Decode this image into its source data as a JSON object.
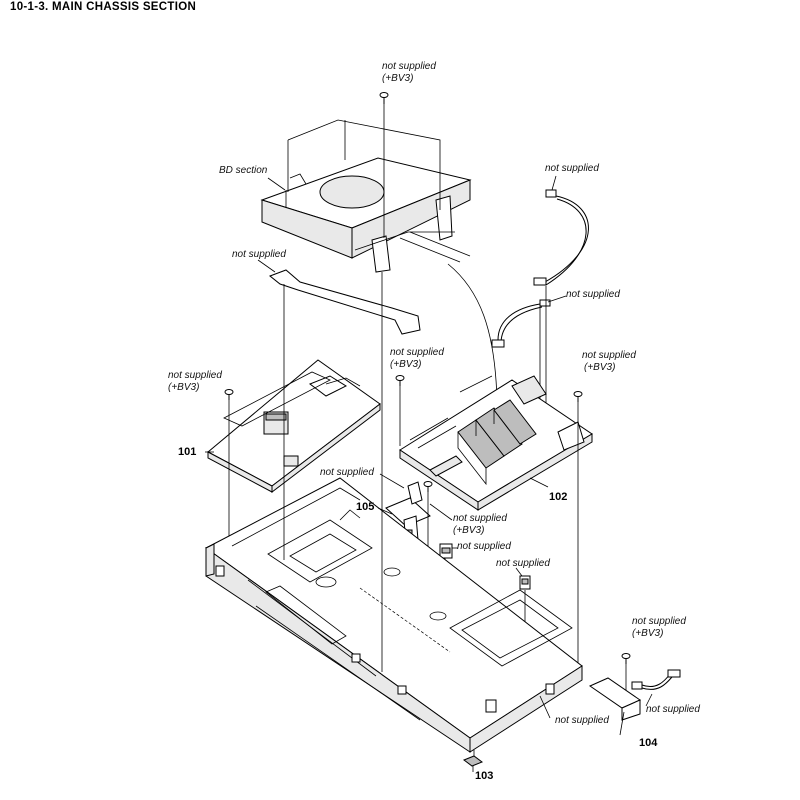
{
  "title": "10-1-3.  MAIN CHASSIS SECTION",
  "labels": {
    "ns_bv3_top_1": "not supplied",
    "ns_bv3_top_2": "(+BV3)",
    "bd_section": "BD section",
    "ns_cable_right": "not supplied",
    "ns_flat_cable": "not supplied",
    "ns_harness": "not supplied",
    "ns_bv3_left_1": "not supplied",
    "ns_bv3_left_2": "(+BV3)",
    "ns_bv3_mid_1": "not supplied",
    "ns_bv3_mid_2": "(+BV3)",
    "ns_bv3_right_1": "not supplied",
    "ns_bv3_right_2": "(+BV3)",
    "ns_bracket": "not supplied",
    "ns_bv3_center_1": "not supplied",
    "ns_bv3_center_2": "(+BV3)",
    "ns_clip_1": "not supplied",
    "ns_clip_2": "not supplied",
    "ns_bv3_br_1": "not supplied",
    "ns_bv3_br_2": "(+BV3)",
    "ns_bottom_1": "not supplied",
    "ns_bottom_2": "not supplied"
  },
  "refs": {
    "r101": "101",
    "r102": "102",
    "r103": "103",
    "r104": "104",
    "r105": "105"
  }
}
